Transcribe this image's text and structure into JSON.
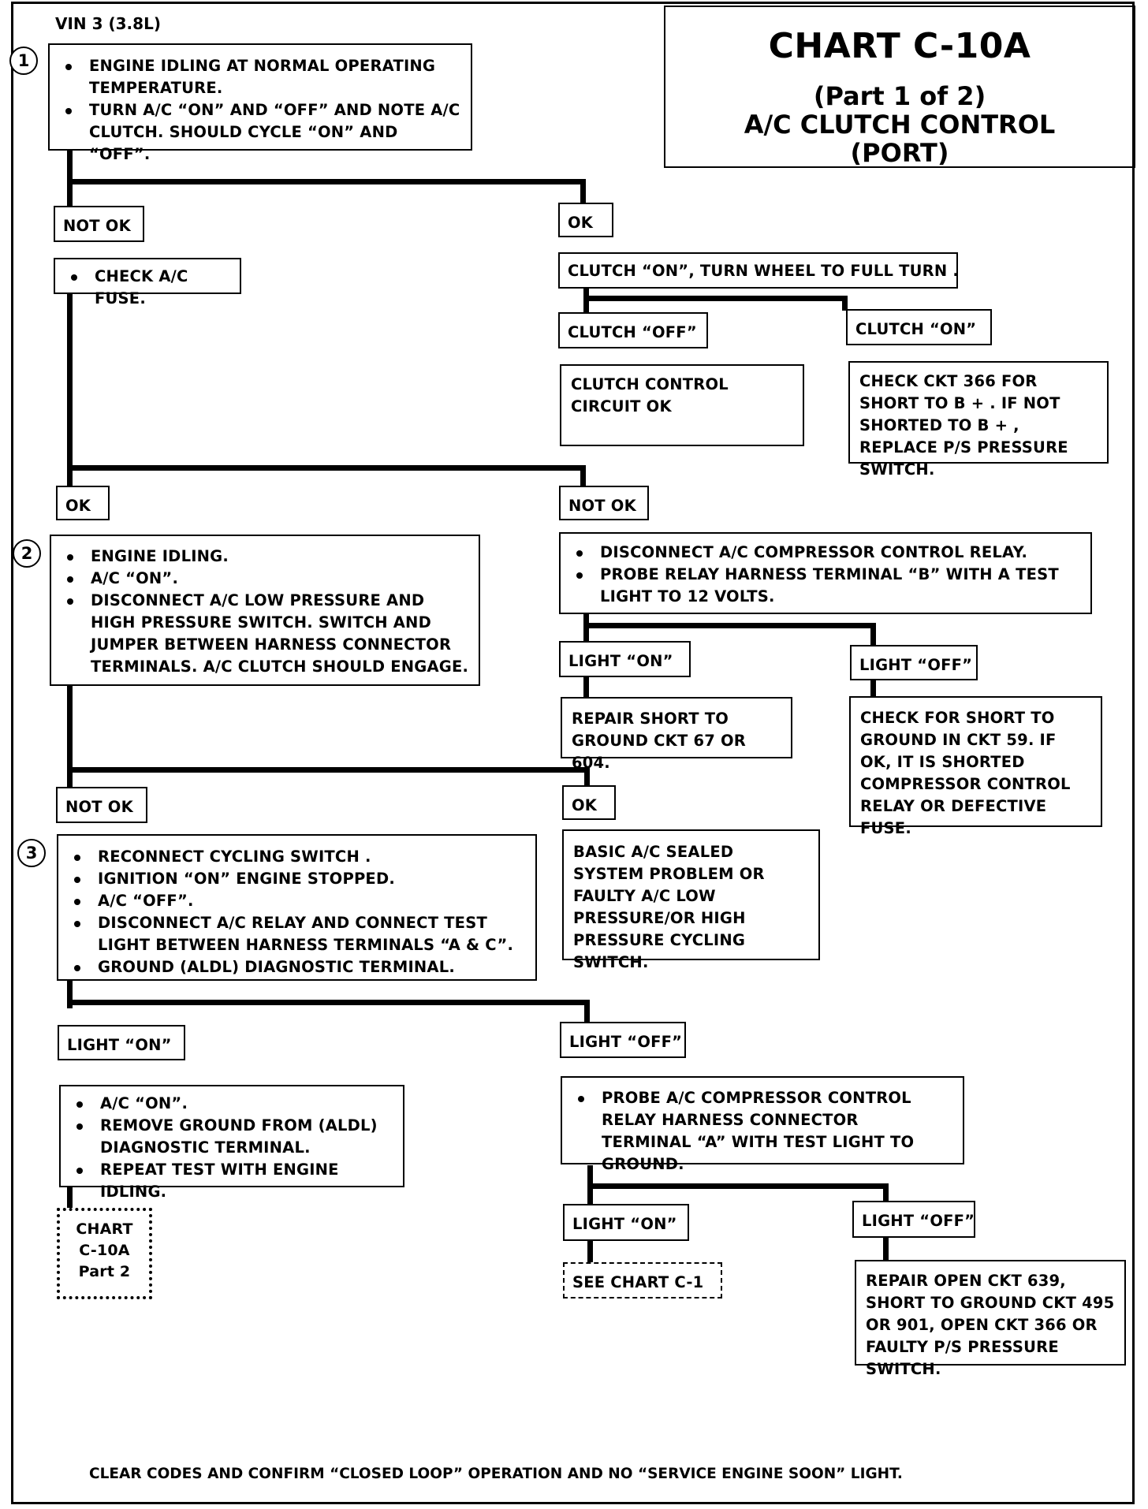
{
  "header": {
    "vin_label": "VIN 3 (3.8L)",
    "chart_title": "CHART C-10A",
    "part": "(Part  1 of 2)",
    "subject_line1": "A/C CLUTCH CONTROL",
    "subject_line2": "(PORT)"
  },
  "steps": {
    "s1": "1",
    "s2": "2",
    "s3": "3"
  },
  "step1": {
    "items": [
      "ENGINE IDLING AT NORMAL OPERATING TEMPERATURE.",
      "TURN A/C “ON” AND “OFF” AND NOTE A/C CLUTCH.  SHOULD CYCLE “ON” AND “OFF”."
    ]
  },
  "branch1": {
    "not_ok_label": "NOT OK",
    "not_ok_item": "CHECK A/C FUSE.",
    "ok_label": "OK",
    "ok_action": "CLUTCH “ON”,  TURN WHEEL TO FULL TURN .",
    "clutch_off_label": "CLUTCH “OFF”",
    "clutch_off_result": "CLUTCH CONTROL CIRCUIT OK",
    "clutch_on_label": "CLUTCH “ON”",
    "clutch_on_result": "CHECK CKT 366 FOR SHORT TO B + .  IF NOT SHORTED TO B + , REPLACE P/S PRESSURE SWITCH."
  },
  "branch2": {
    "ok_label": "OK",
    "not_ok_label": "NOT OK",
    "step2_items": [
      "ENGINE IDLING.",
      "A/C “ON”.",
      "DISCONNECT A/C LOW PRESSURE AND HIGH PRESSURE SWITCH.   SWITCH AND  JUMPER BETWEEN HARNESS CONNECTOR  TERMINALS.  A/C CLUTCH SHOULD ENGAGE."
    ],
    "relay_items": [
      "DISCONNECT A/C COMPRESSOR CONTROL RELAY.",
      "PROBE RELAY HARNESS TERMINAL “B” WITH A TEST LIGHT TO 12  VOLTS."
    ],
    "light_on_label": "LIGHT “ON”",
    "light_on_result": "REPAIR SHORT TO GROUND CKT 67 OR 604.",
    "light_off_label": "LIGHT “OFF”",
    "light_off_result": "CHECK FOR SHORT TO GROUND IN CKT 59.  IF OK, IT IS SHORTED COMPRESSOR CONTROL RELAY OR DEFECTIVE FUSE."
  },
  "branch3": {
    "not_ok_label": "NOT OK",
    "ok_label": "OK",
    "ok_result": "BASIC A/C SEALED SYSTEM PROBLEM OR FAULTY A/C LOW PRESSURE/OR HIGH PRESSURE CYCLING SWITCH.",
    "step3_items": [
      "RECONNECT CYCLING SWITCH .",
      "IGNITION “ON” ENGINE STOPPED.",
      "A/C “OFF”.",
      "DISCONNECT A/C RELAY AND CONNECT TEST LIGHT BETWEEN HARNESS TERMINALS “A & C”.",
      "GROUND  (ALDL) DIAGNOSTIC TERMINAL."
    ]
  },
  "branch4": {
    "light_on_label": "LIGHT “ON”",
    "light_on_items": [
      "A/C “ON”.",
      "REMOVE GROUND FROM (ALDL) DIAGNOSTIC TERMINAL.",
      "REPEAT TEST WITH ENGINE IDLING."
    ],
    "chart_ref_line1": "CHART",
    "chart_ref_line2": "C-10A",
    "chart_ref_line3": "Part  2",
    "light_off_label": "LIGHT “OFF”",
    "light_off_items": [
      "PROBE A/C COMPRESSOR CONTROL RELAY HARNESS CONNECTOR TERMINAL “A” WITH TEST LIGHT TO GROUND."
    ],
    "sub_light_on_label": "LIGHT “ON”",
    "see_chart": "SEE CHART C-1",
    "sub_light_off_label": "LIGHT “OFF”",
    "repair_result": "REPAIR OPEN CKT 639, SHORT TO GROUND CKT 495 OR 901, OPEN CKT 366 OR FAULTY P/S PRESSURE SWITCH."
  },
  "footer": "CLEAR CODES AND CONFIRM “CLOSED LOOP” OPERATION AND NO “SERVICE ENGINE SOON” LIGHT."
}
